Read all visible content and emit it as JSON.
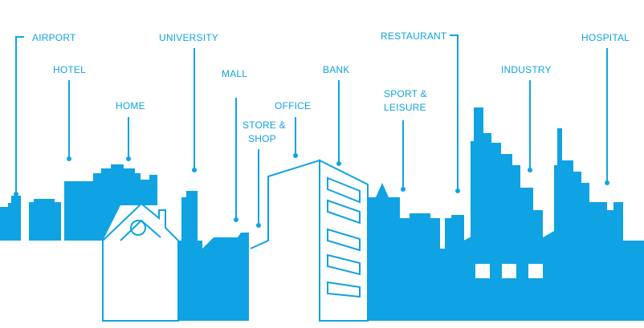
{
  "colors": {
    "primary": "#0fa3e3",
    "background": "#ffffff"
  },
  "labels": {
    "airport": "AIRPORT",
    "hotel": "HOTEL",
    "home": "HOME",
    "university": "UNIVERSITY",
    "mall": "MALL",
    "store_shop_1": "STORE &",
    "store_shop_2": "SHOP",
    "office": "OFFICE",
    "bank": "BANK",
    "sport_leisure_1": "SPORT &",
    "sport_leisure_2": "LEISURE",
    "restaurant": "RESTAURANT",
    "industry": "INDUSTRY",
    "hospital": "HOSPITAL"
  }
}
